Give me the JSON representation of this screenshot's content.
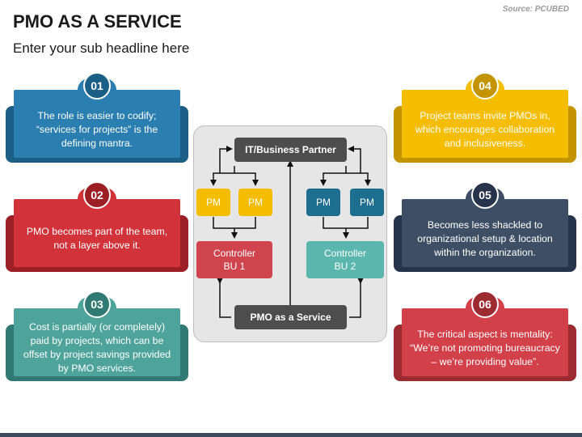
{
  "header": {
    "title": "PMO AS A SERVICE",
    "subtitle": "Enter your sub headline here",
    "source": "Source: PCUBED"
  },
  "cards": [
    {
      "number": "01",
      "text": "The role is easier to codify; “services for projects” is the defining mantra.",
      "color": "#2b7fb0",
      "dark": "#1b5e86"
    },
    {
      "number": "02",
      "text": "PMO becomes part of the team, not a layer above it.",
      "color": "#d2333b",
      "dark": "#9c1f26"
    },
    {
      "number": "03",
      "text": "Cost is partially (or completely) paid by projects, which can be offset by project savings provided by PMO services.",
      "color": "#4ea39b",
      "dark": "#317a73"
    },
    {
      "number": "04",
      "text": "Project teams invite PMOs in, which encourages collaboration and inclusiveness.",
      "color": "#f5bd00",
      "dark": "#c39400"
    },
    {
      "number": "05",
      "text": "Becomes less shackled to organizational setup & location within the organization.",
      "color": "#3e4f65",
      "dark": "#26334a"
    },
    {
      "number": "06",
      "text": "The critical aspect is mentality: “We’re not promoting bureaucracy – we’re providing value”.",
      "color": "#d2404a",
      "dark": "#9c2a31"
    }
  ],
  "diagram": {
    "top": "IT/Business Partner",
    "bottom": "PMO as a Service",
    "pm_labels": [
      "PM",
      "PM",
      "PM",
      "PM"
    ],
    "controller_left": "Controller\nBU 1",
    "controller_right": "Controller\nBU 2"
  }
}
